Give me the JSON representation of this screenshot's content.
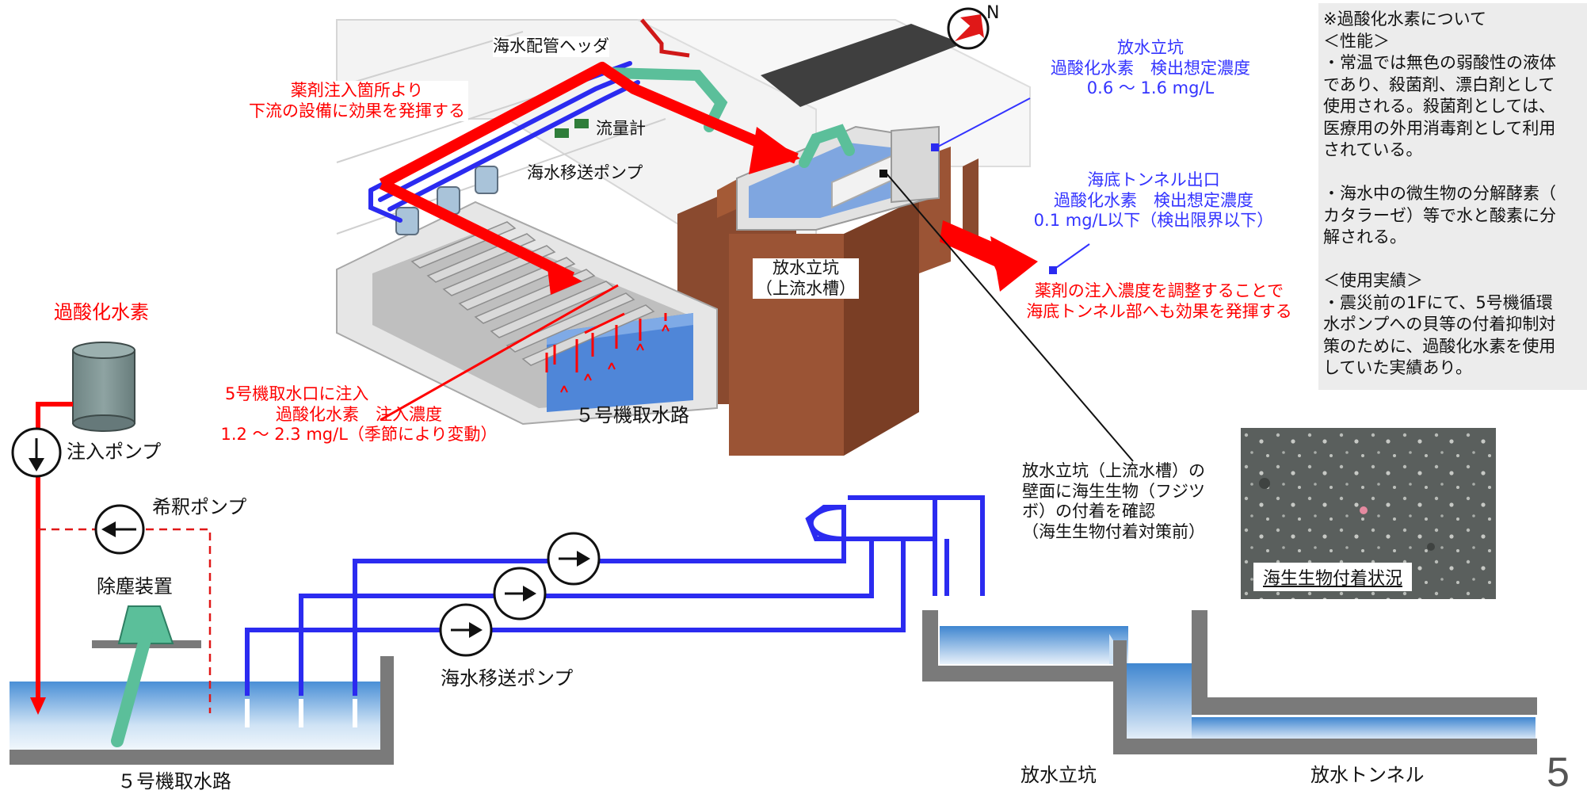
{
  "north_label": "N",
  "iso_view": {
    "header_label": "海水配管ヘッダ",
    "flowmeter_label": "流量計",
    "transfer_pump_label": "海水移送ポンプ",
    "intake_label": "５号機取水路",
    "shaft_label_line1": "放水立坑",
    "shaft_label_line2": "（上流水槽）"
  },
  "effect_note": [
    "薬剤注入箇所より",
    "下流の設備に効果を発揮する"
  ],
  "injection_note": {
    "title": "5号機取水口に注入",
    "sub": "過酸化水素　注入濃度",
    "value": "1.2 ～ 2.3 mg/L（季節により変動）"
  },
  "shaft_concentration": {
    "title": "放水立坑",
    "sub": "過酸化水素　検出想定濃度",
    "value": "0.6 ～ 1.6 mg/L"
  },
  "tunnel_concentration": {
    "title": "海底トンネル出口",
    "sub": "過酸化水素　検出想定濃度",
    "value": "0.1 mg/L以下（検出限界以下）"
  },
  "tunnel_effect_note": [
    "薬剤の注入濃度を調整することで",
    "海底トンネル部へも効果を発揮する"
  ],
  "schematic": {
    "chemical_label": "過酸化水素",
    "injection_pump_label": "注入ポンプ",
    "dilution_pump_label": "希釈ポンプ",
    "dust_remover_label": "除塵装置",
    "transfer_pump_label": "海水移送ポンプ",
    "intake_label": "５号機取水路",
    "shaft_label": "放水立坑",
    "tunnel_label": "放水トンネル"
  },
  "barnacle_note": [
    "放水立坑（上流水槽）の",
    "壁面に海生生物（フジツ",
    "ボ）の付着を確認",
    "（海生生物付着対策前）"
  ],
  "photo_caption": "海生生物付着状況",
  "info_box": {
    "lines": [
      "※過酸化水素について",
      "＜性能＞",
      "・常温では無色の弱酸性の液体",
      "であり、殺菌剤、漂白剤として",
      "使用される。殺菌剤としては、",
      "医療用の外用消毒剤として利用",
      "されている。",
      "",
      "・海水中の微生物の分解酵素（",
      "カタラーゼ）等で水と酸素に分",
      "解される。",
      "",
      "＜使用実績＞",
      "・震災前の1Fにて、5号機循環",
      "水ポンプへの貝等の付着抑制対",
      "策のために、過酸化水素を使用",
      "していた実績あり。"
    ]
  },
  "page_number": "5",
  "colors": {
    "accent_red": "#ff0000",
    "pipe_blue": "#2b2bf0",
    "label_blue": "#3333ff",
    "wall_gray": "#7a7a7a",
    "pipe_green": "#5bbf9a"
  }
}
